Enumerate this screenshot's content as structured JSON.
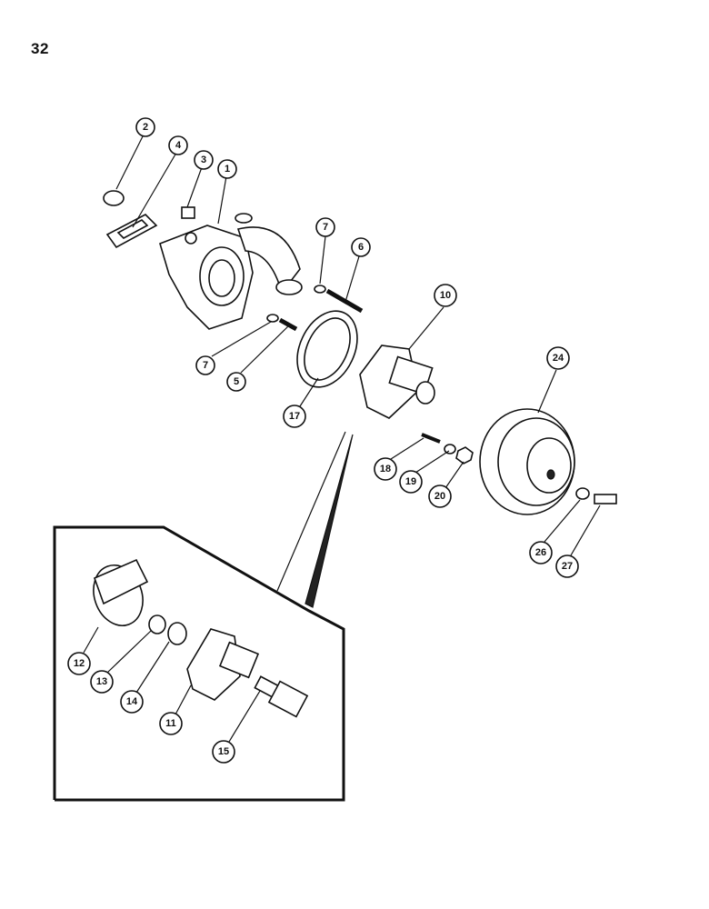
{
  "page": {
    "number": "32"
  },
  "callouts": [
    {
      "id": "c2",
      "label": "2"
    },
    {
      "id": "c4",
      "label": "4"
    },
    {
      "id": "c3",
      "label": "3"
    },
    {
      "id": "c1",
      "label": "1"
    },
    {
      "id": "c7a",
      "label": "7"
    },
    {
      "id": "c6",
      "label": "6"
    },
    {
      "id": "c10",
      "label": "10"
    },
    {
      "id": "c7b",
      "label": "7"
    },
    {
      "id": "c5",
      "label": "5"
    },
    {
      "id": "c17",
      "label": "17"
    },
    {
      "id": "c24",
      "label": "24"
    },
    {
      "id": "c18",
      "label": "18"
    },
    {
      "id": "c19",
      "label": "19"
    },
    {
      "id": "c20",
      "label": "20"
    },
    {
      "id": "c26",
      "label": "26"
    },
    {
      "id": "c27",
      "label": "27"
    },
    {
      "id": "c12",
      "label": "12"
    },
    {
      "id": "c13",
      "label": "13"
    },
    {
      "id": "c14",
      "label": "14"
    },
    {
      "id": "c11",
      "label": "11"
    },
    {
      "id": "c15",
      "label": "15"
    }
  ]
}
